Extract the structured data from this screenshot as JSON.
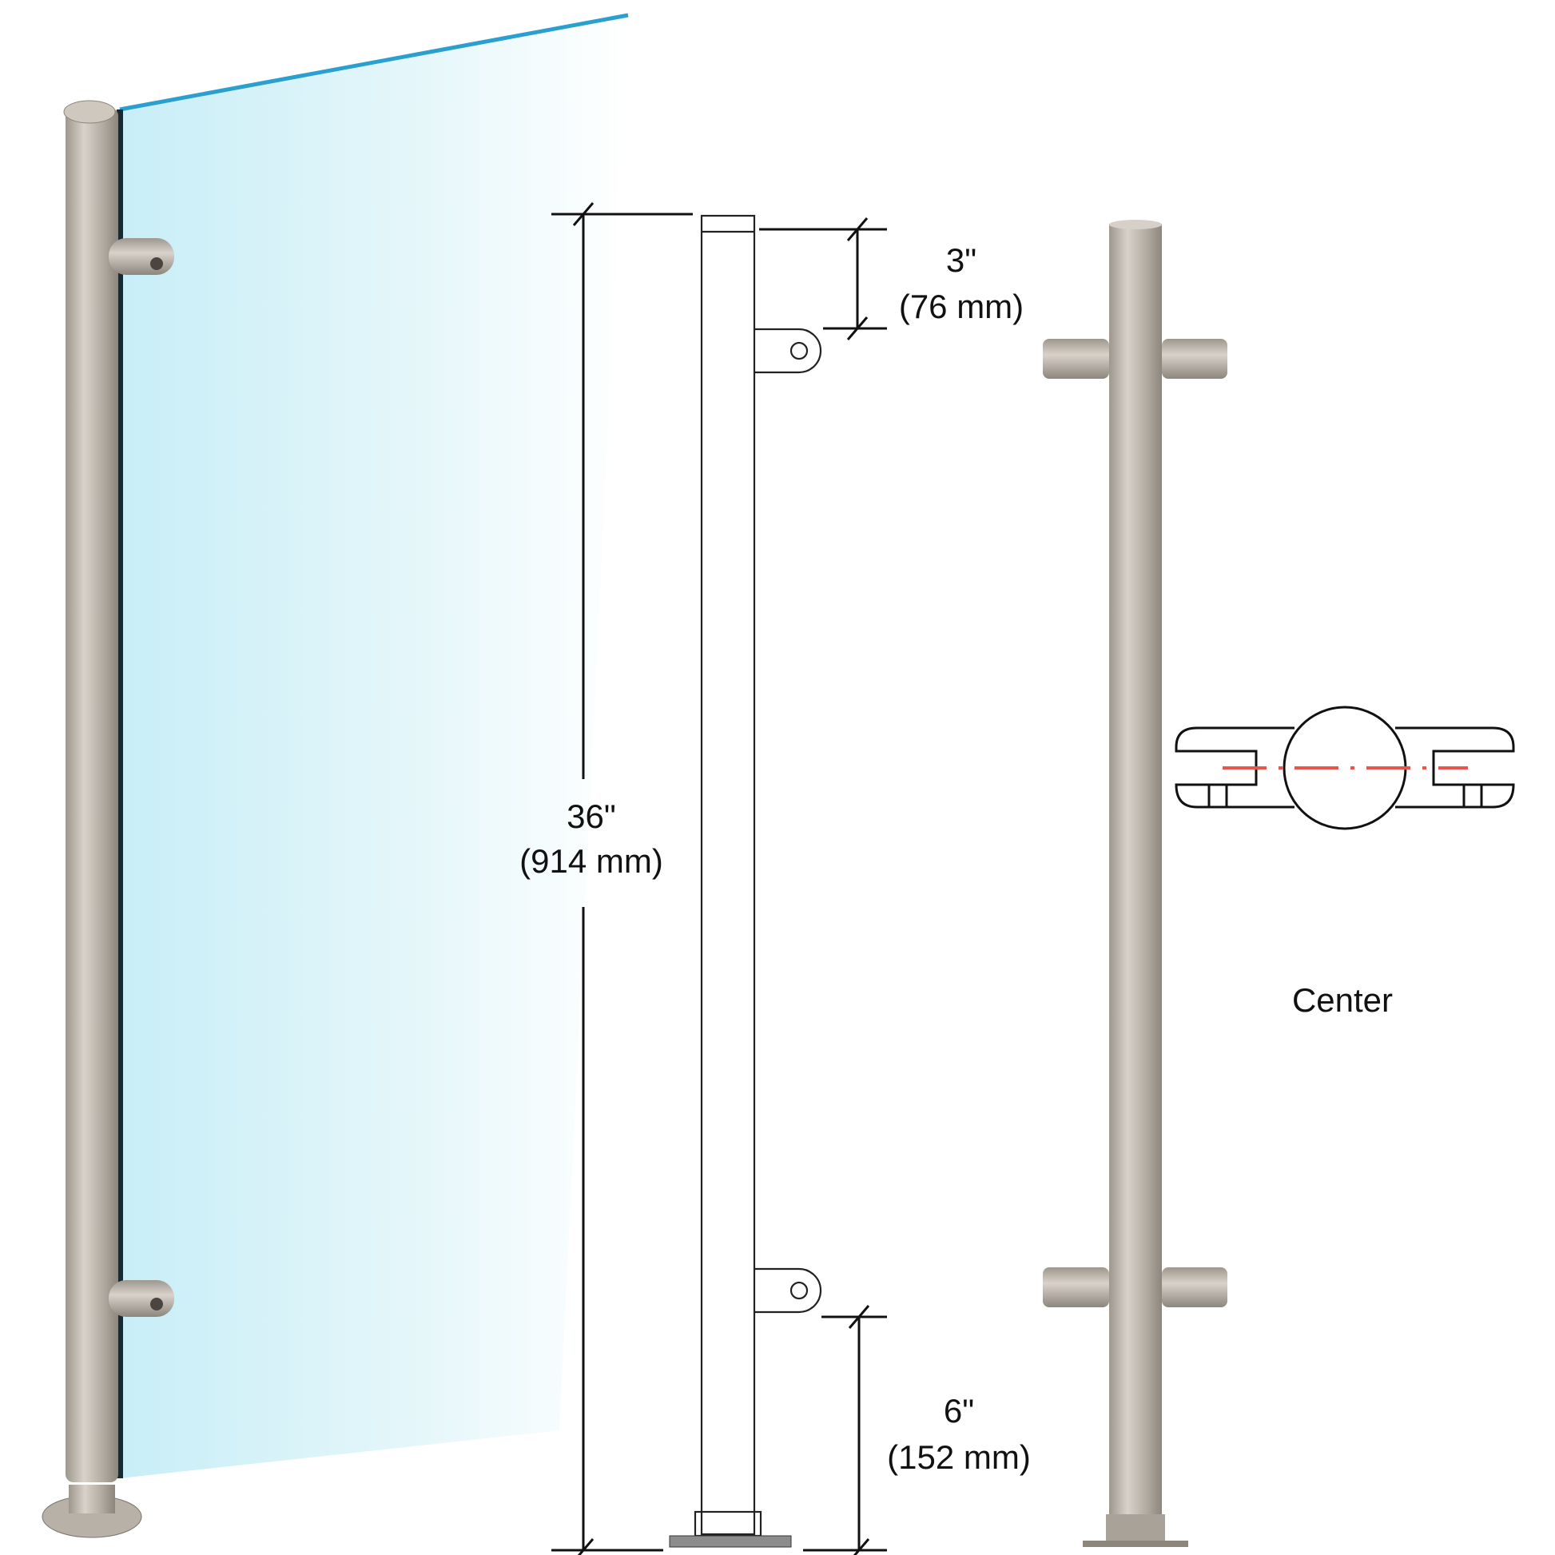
{
  "dimensions": {
    "overall_height": {
      "imperial": "36\"",
      "metric": "(914 mm)"
    },
    "top_offset": {
      "imperial": "3\"",
      "metric": "(76 mm)"
    },
    "bottom_offset": {
      "imperial": "6\"",
      "metric": "(152 mm)"
    }
  },
  "detail": {
    "label": "Center"
  },
  "colors": {
    "steel": "#bdb6ad",
    "glass": "#dff4f8",
    "glass_edge": "#2a9fd0",
    "centerline": "#e8554d"
  }
}
